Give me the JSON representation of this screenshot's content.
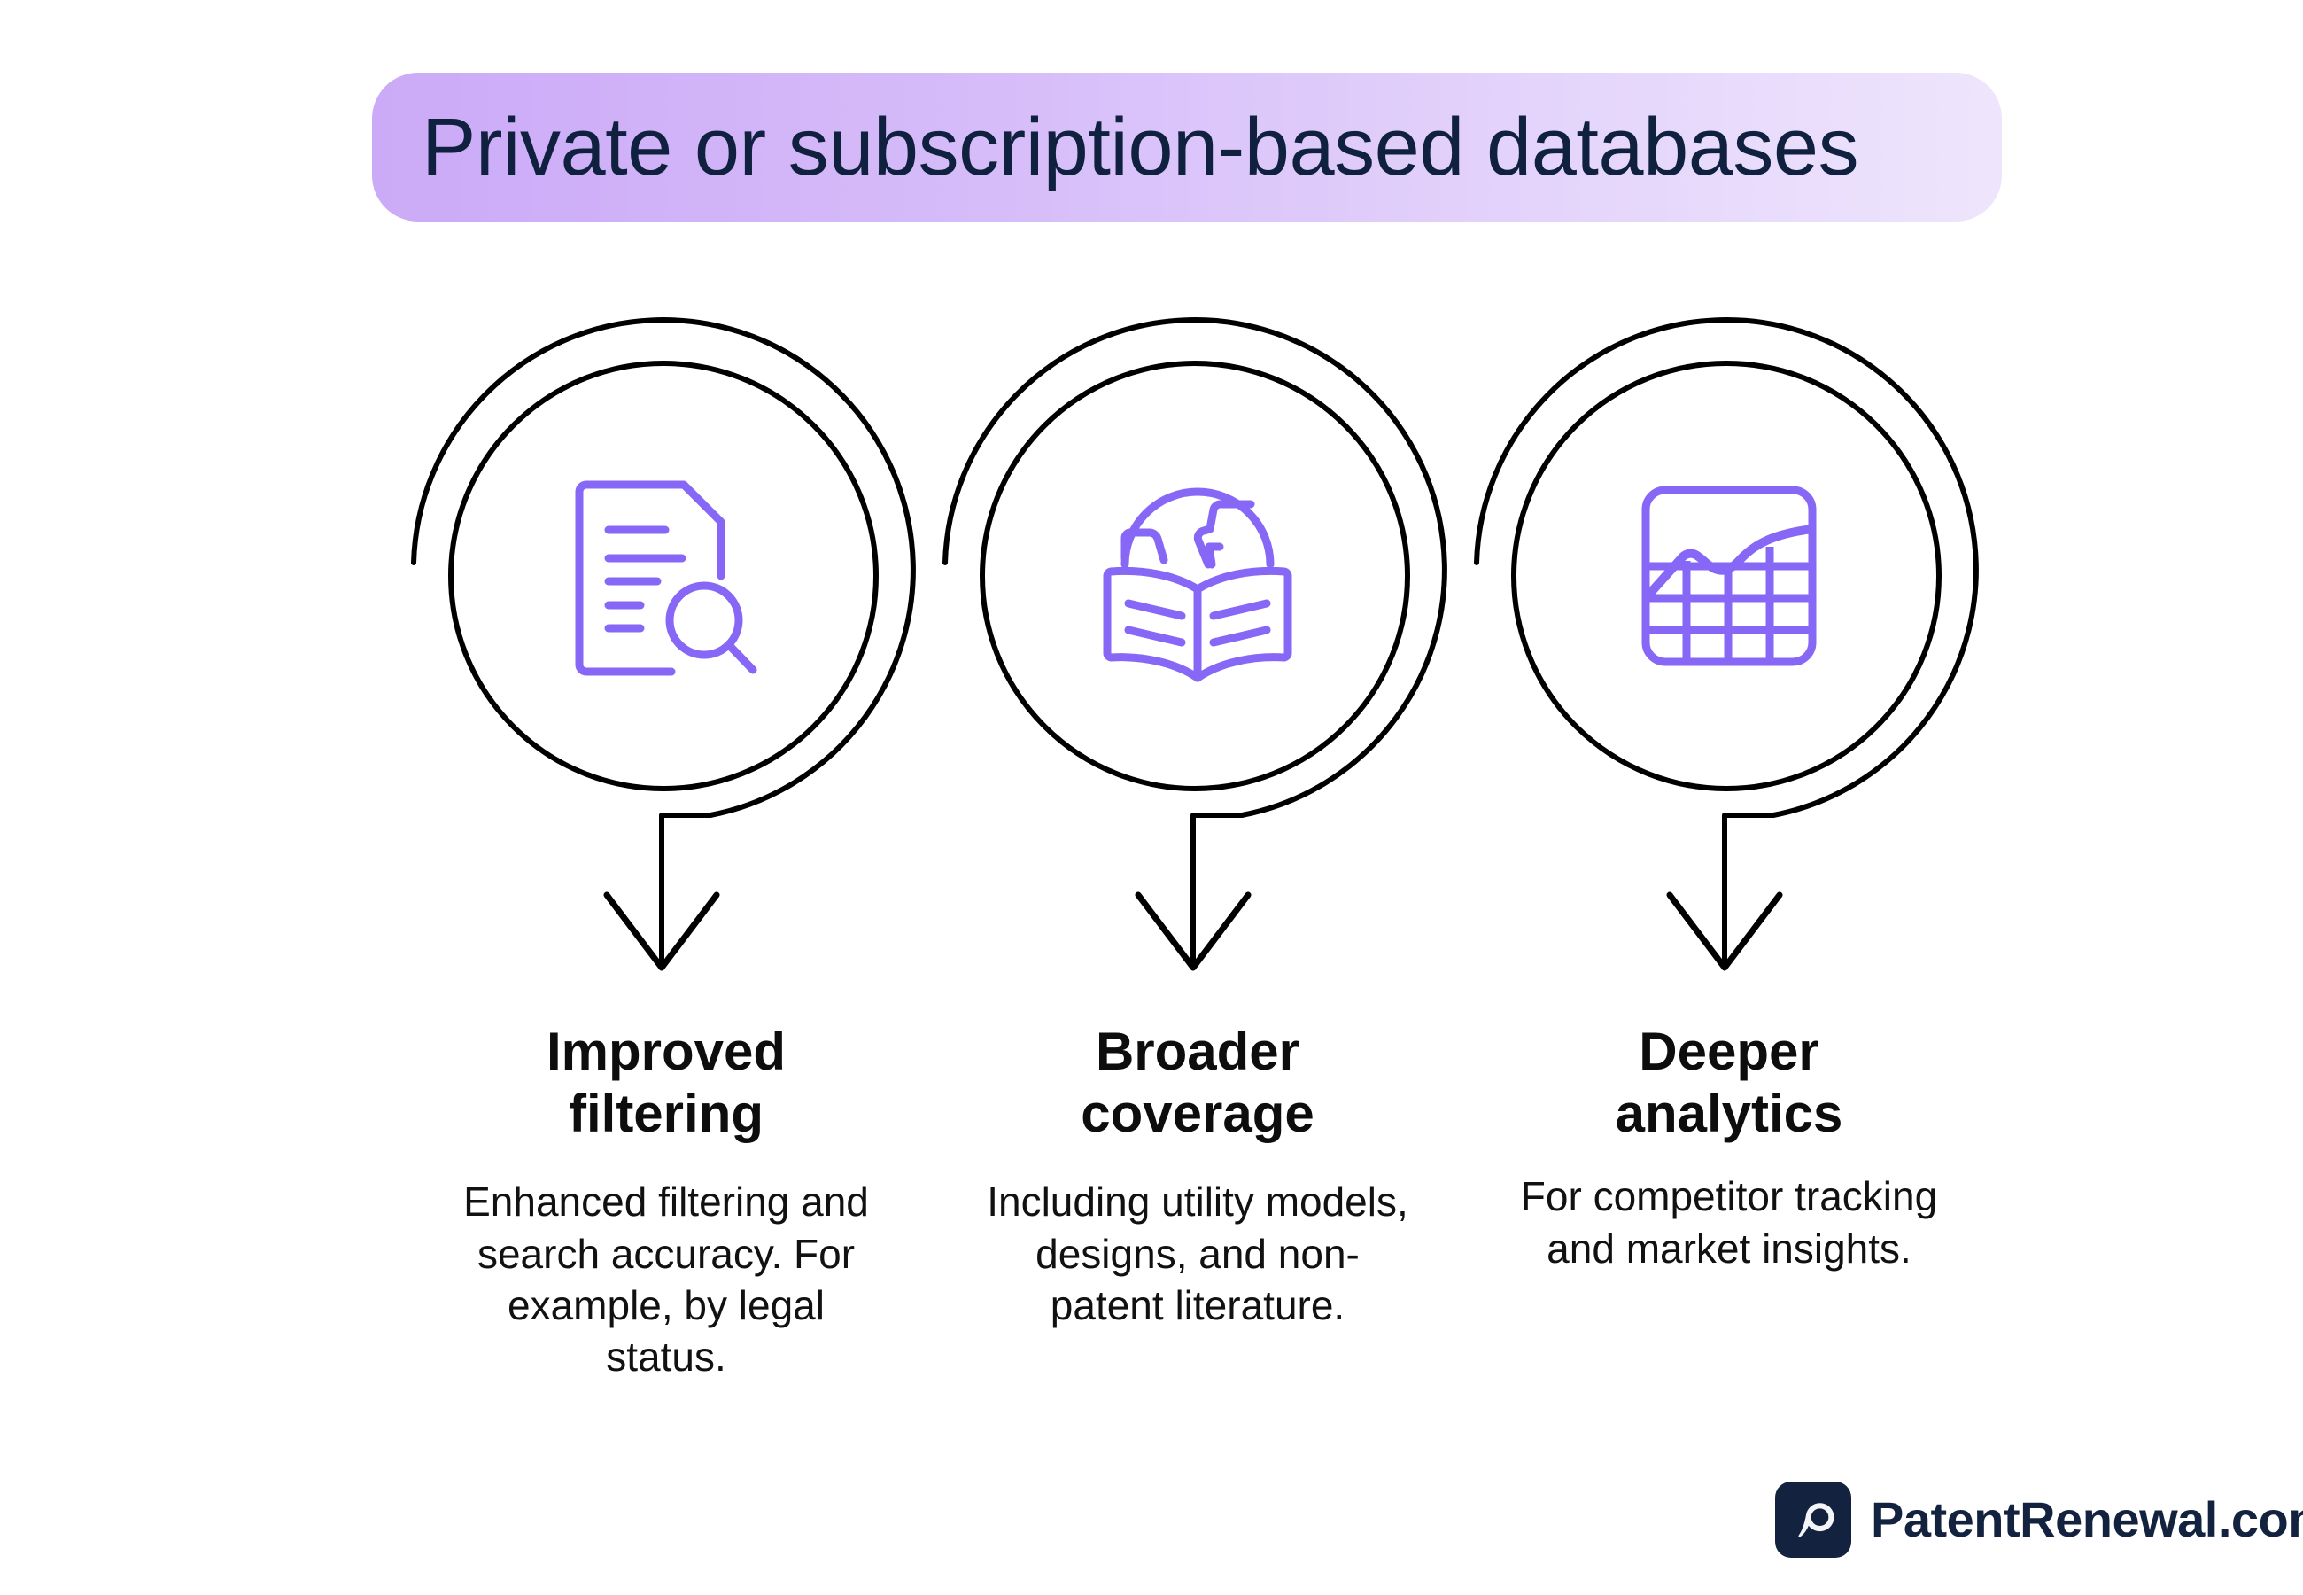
{
  "page": {
    "background_color": "#ffffff",
    "title": "Private or subscription-based databases",
    "banner_gradient_from": "#cbaaf7",
    "banner_gradient_to": "#eee5fc",
    "title_color": "#10213f"
  },
  "theme": {
    "icon_color": "#8768f6",
    "outline_color": "#000000",
    "text_color": "#111111",
    "brand_navy": "#13233f"
  },
  "columns": [
    {
      "icon": "document-search-icon",
      "heading": "Improved\nfiltering",
      "body": "Enhanced filtering and search accuracy. For example, by legal status."
    },
    {
      "icon": "globe-book-icon",
      "heading": "Broader\ncoverage",
      "body": "Including utility models, designs, and non-patent literature."
    },
    {
      "icon": "analytics-chart-icon",
      "heading": "Deeper\nanalytics",
      "body": "For competitor tracking and market insights."
    }
  ],
  "footer": {
    "logo_mark": "patentrenewal-p-icon",
    "wordmark": "PatentRenewal.com"
  }
}
